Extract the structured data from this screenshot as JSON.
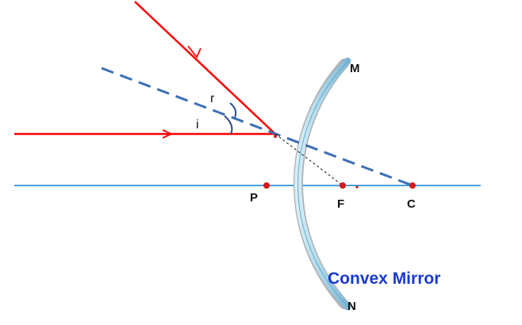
{
  "labels": {
    "mirror_top": "M",
    "mirror_bottom": "N",
    "pole": "P",
    "focus": "F",
    "centre": "C",
    "angle_reflection": "r",
    "angle_incidence": "i"
  },
  "caption": "Convex Mirror",
  "colors": {
    "ray": "#ff0000",
    "principal_axis": "#4a9fe0",
    "normal": "#3b6fb6",
    "mirror": "#a9d6ea",
    "mirror_back": "#b0b0b0",
    "point": "#d11a1a",
    "caption": "#1a3ad0",
    "angle_arc": "#2b4f8a"
  }
}
